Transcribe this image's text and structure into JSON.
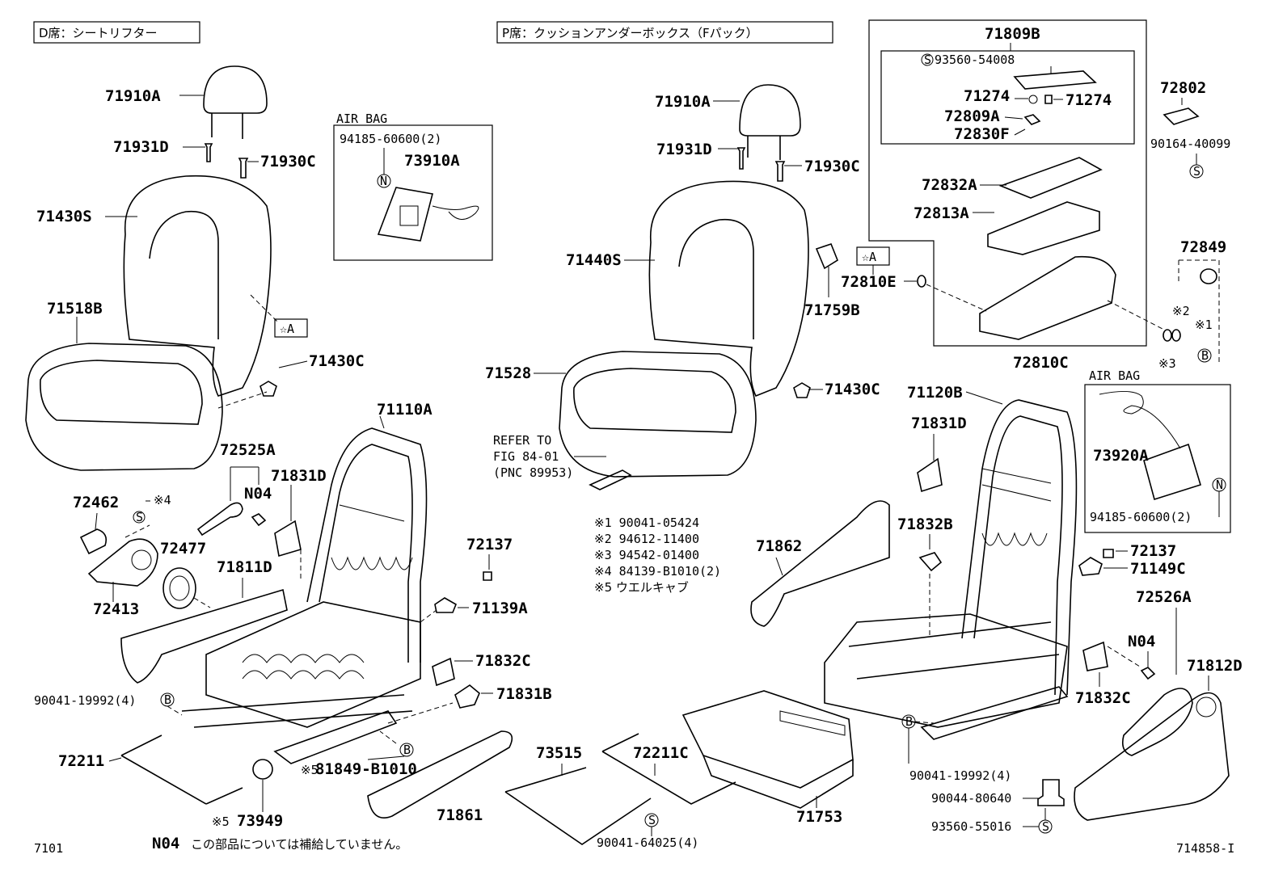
{
  "headers": {
    "driver": "D席：シートリフター",
    "passenger": "P席：クッションアンダーボックス（Fパック）"
  },
  "airbag_left": {
    "title": "AIR BAG",
    "part1": "94185-60600(2)",
    "part2": "73910A"
  },
  "airbag_right": {
    "title": "AIR BAG",
    "part1": "73920A",
    "part2": "94185-60600(2)"
  },
  "box_labels": {
    "top": "71809B",
    "s_part": "93560-54008"
  },
  "star_a": "☆A",
  "refer": [
    "REFER TO",
    "FIG 84-01",
    "(PNC 89953)"
  ],
  "notes": [
    "※1  90041-05424",
    "※2  94612-11400",
    "※3  94542-01400",
    "※4  84139-B1010(2)",
    "※5  ウエルキャブ"
  ],
  "footnote": {
    "code": "N04",
    "text": "この部品については補給していません。"
  },
  "page_id_left": "7101",
  "page_id_right": "714858-I",
  "callouts": {
    "l_headrest": "71910A",
    "l_guide1": "71931D",
    "l_guide2": "71930C",
    "l_back": "71430S",
    "l_cushion": "71518B",
    "l_cover_c": "71430C",
    "l_frame": "71110A",
    "l_lever": "72525A",
    "l_n04": "N04",
    "l_cover_d": "71831D",
    "l_knob": "72462",
    "l_s4": "※4",
    "l_s": "S",
    "l_adjuster": "72477",
    "l_lever2": "72413",
    "l_shield": "71811D",
    "l_clip": "72137",
    "l_hinge": "71139A",
    "l_cover_c2": "71832C",
    "l_cover_b": "71831B",
    "l_bolt": "90041-19992(4)",
    "l_b": "B",
    "l_wire": "72211",
    "l_s5": "※5",
    "l_nut": "81849-B1010",
    "l_cap": "73949",
    "l_rail_cover": "71861",
    "r_headrest": "71910A",
    "r_guide1": "71931D",
    "r_guide2": "71930C",
    "r_back": "71440S",
    "r_clip_b": "71759B",
    "r_cushion": "71528",
    "r_cover_c": "71430C",
    "r_frame": "71120B",
    "r_cover_d": "71831D",
    "r_cover_b": "71832B",
    "r_shield": "71862",
    "r_clip": "72137",
    "r_hinge": "71149C",
    "r_lever": "72526A",
    "r_n04": "N04",
    "r_cover_c2": "71832C",
    "r_side": "71812D",
    "r_wire1": "73515",
    "r_wire2": "72211C",
    "r_box": "71753",
    "r_bolt": "90041-19992(4)",
    "r_b": "B",
    "r_bolt2": "90044-80640",
    "r_s_part": "93560-55016",
    "r_s_bolt": "90041-64025(4)",
    "b_71274a": "71274",
    "b_71274b": "71274",
    "b_72809a": "72809A",
    "b_72830f": "72830F",
    "b_72832a": "72832A",
    "b_72813a": "72813A",
    "b_72810e": "72810E",
    "b_72810c": "72810C",
    "b_72802": "72802",
    "b_90164": "90164-40099",
    "b_72849": "72849",
    "b_s2": "※2",
    "b_s1": "※1",
    "b_s3": "※3",
    "b_b": "B"
  }
}
